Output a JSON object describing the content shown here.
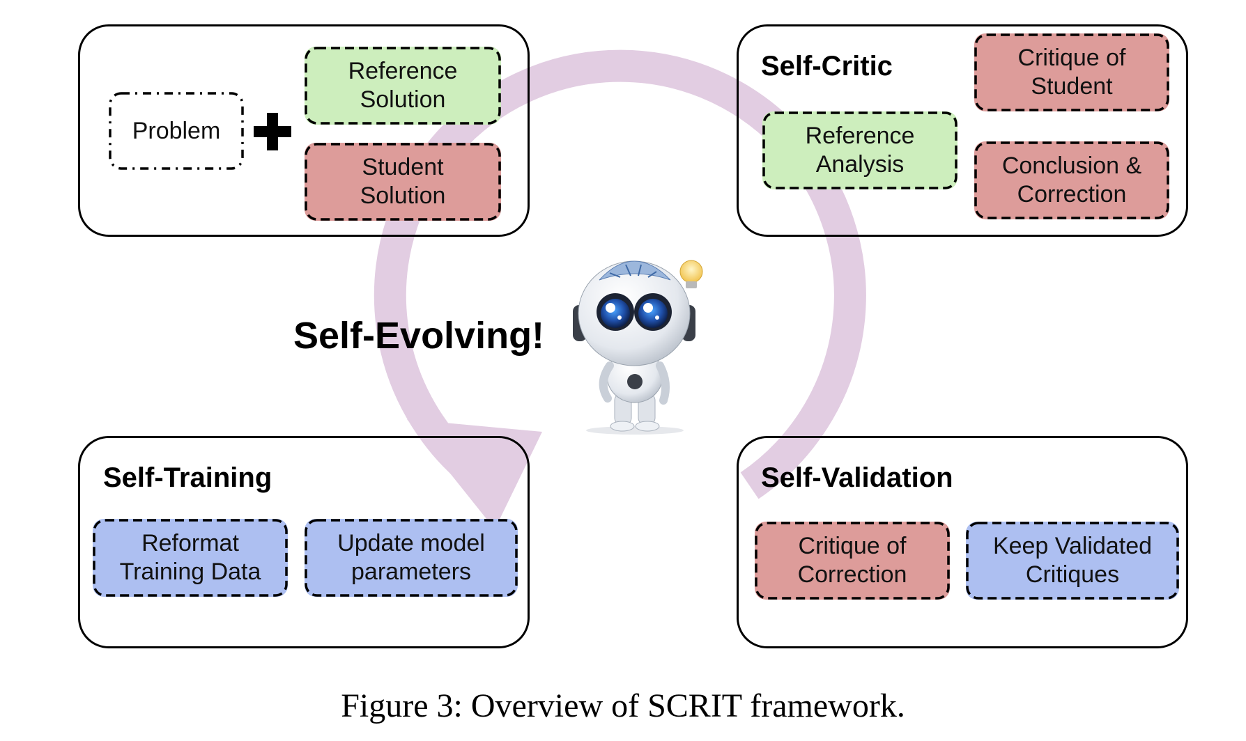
{
  "colors": {
    "cycle_arrow": "#e2cde2",
    "green_box": "#cdeebd",
    "red_box": "#dd9c9a",
    "blue_box": "#adbff1",
    "outline": "#000000"
  },
  "center_label": "Self-Evolving!",
  "robot_image": "robot-thinking-illustration",
  "plus_icon": "plus-icon",
  "panels": {
    "input": {
      "problem": "Problem",
      "reference_solution": "Reference\nSolution",
      "student_solution": "Student\nSolution"
    },
    "self_critic": {
      "title": "Self-Critic",
      "reference_analysis": "Reference\nAnalysis",
      "critique_of_student": "Critique of\nStudent",
      "conclusion_correction": "Conclusion &\nCorrection"
    },
    "self_training": {
      "title": "Self-Training",
      "reformat": "Reformat\nTraining Data",
      "update": "Update model\nparameters"
    },
    "self_validation": {
      "title": "Self-Validation",
      "critique_of_correction": "Critique of\nCorrection",
      "keep_validated": "Keep Validated\nCritiques"
    }
  },
  "caption": "Figure 3: Overview of SCRIT framework."
}
